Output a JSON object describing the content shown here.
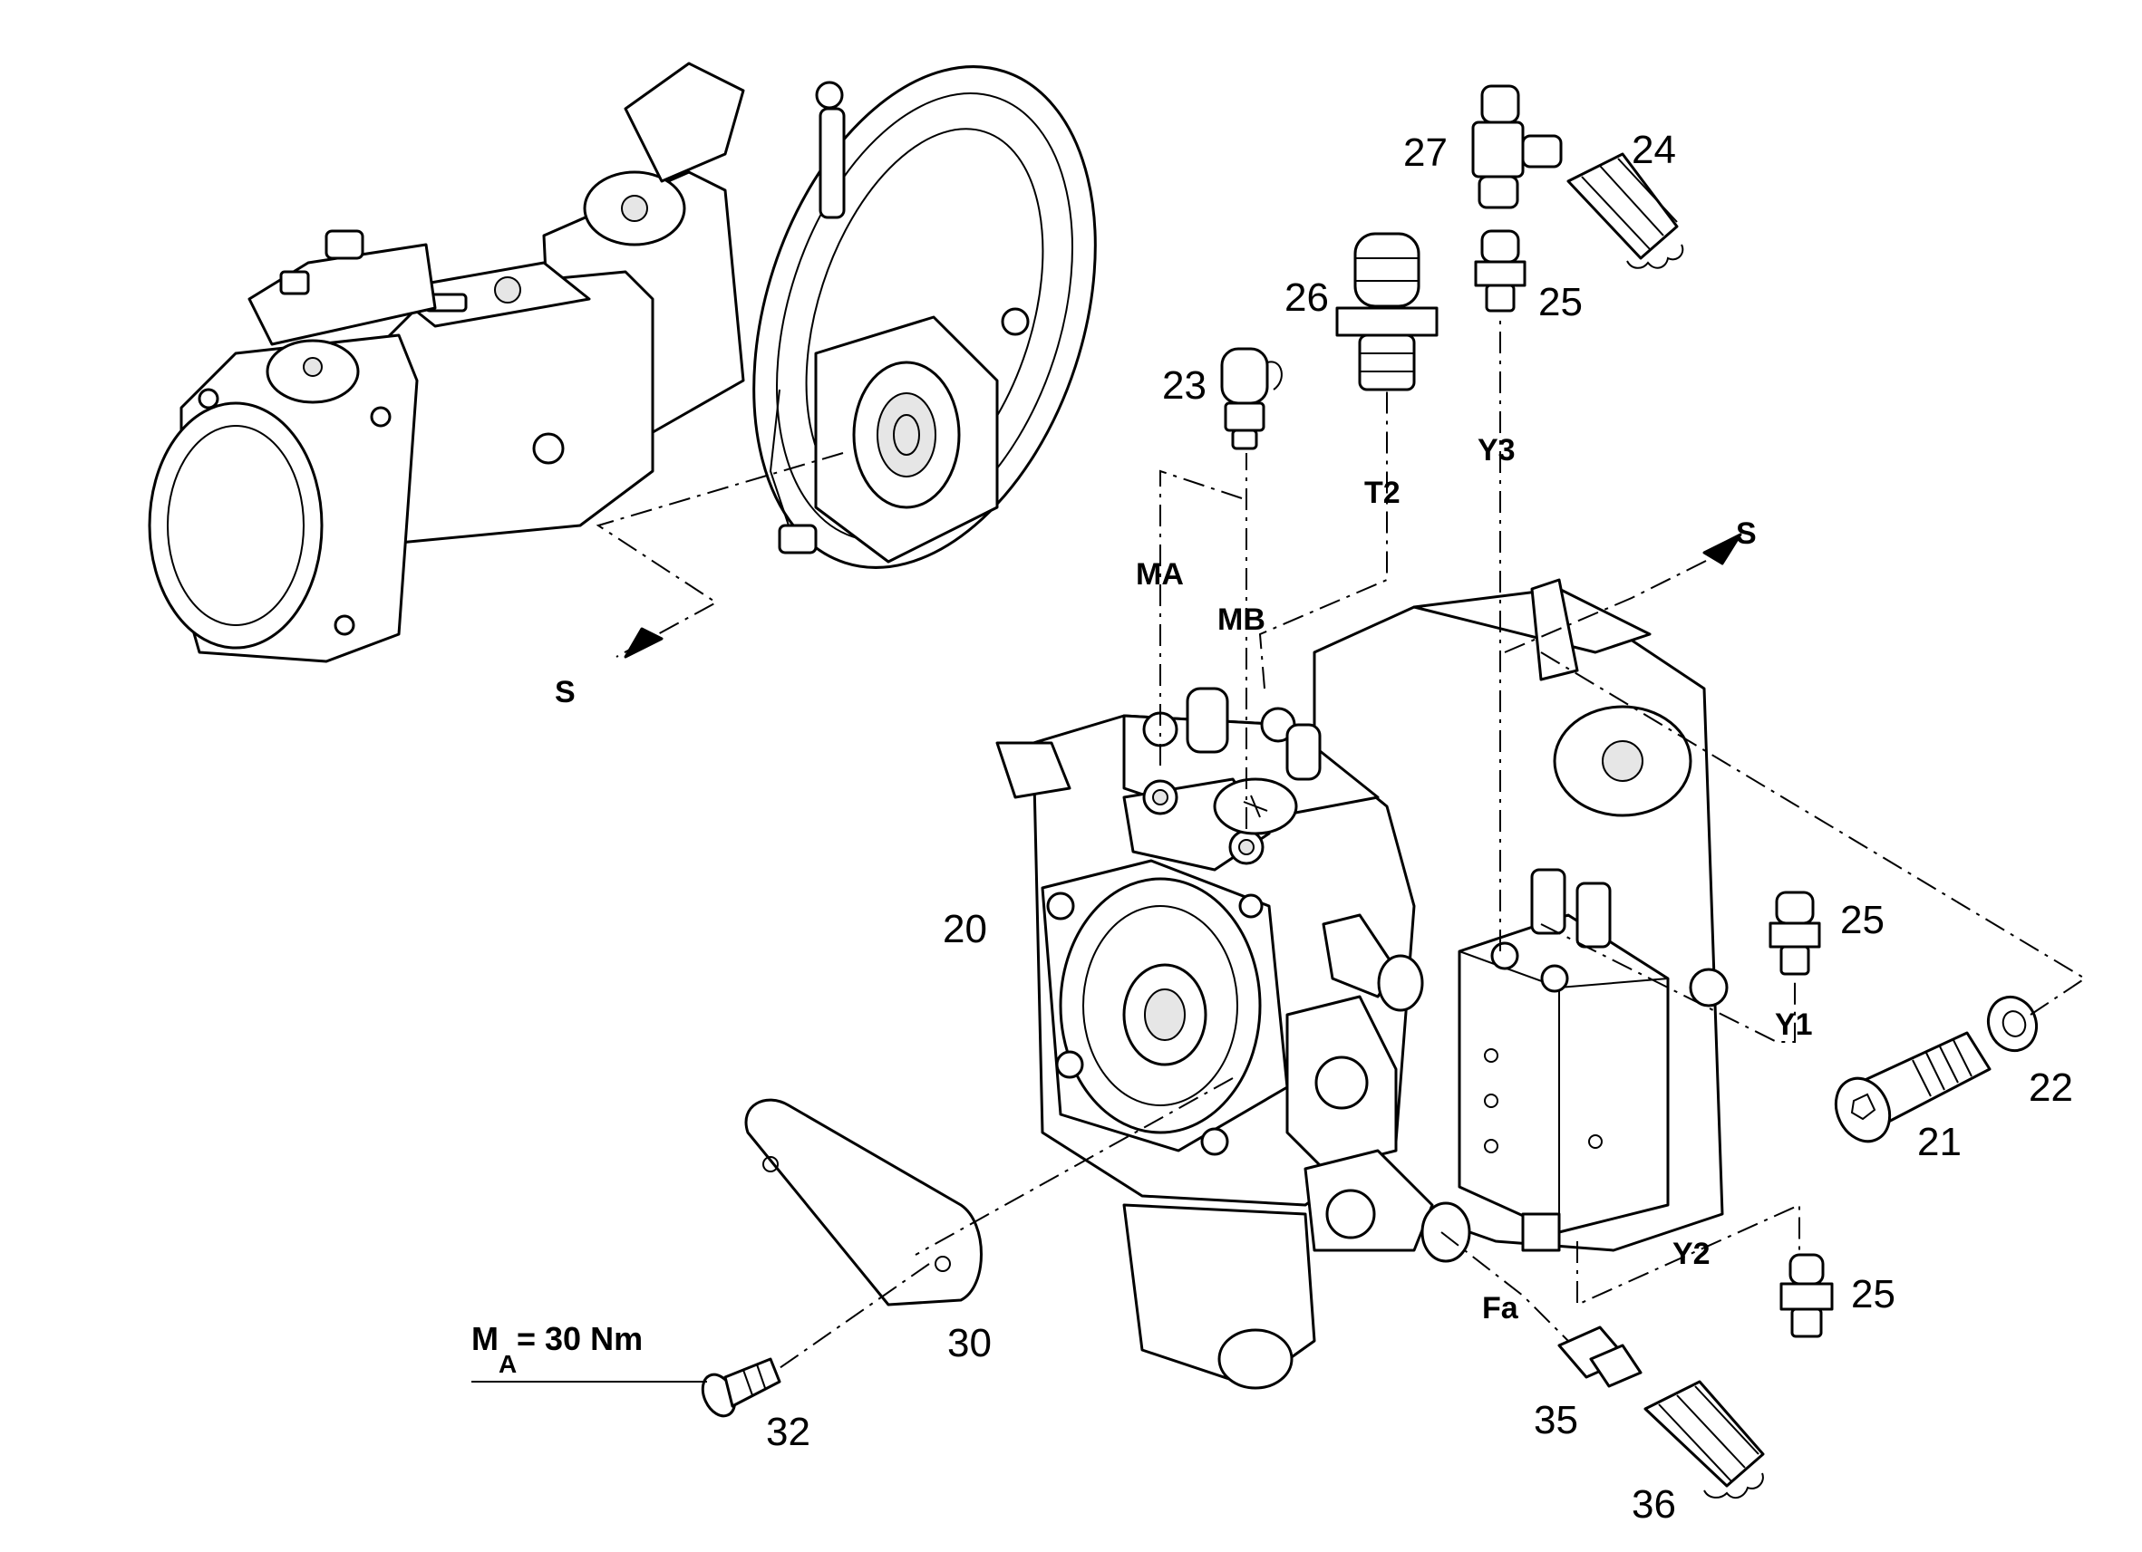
{
  "torque_spec": {
    "symbol": "M",
    "subscript": "A",
    "value": "= 30 Nm"
  },
  "section_markers": {
    "left": "S",
    "right": "S"
  },
  "ports": {
    "MA": "MA",
    "MB": "MB",
    "T2": "T2",
    "Y3": "Y3",
    "Y1": "Y1",
    "Y2": "Y2",
    "Fa": "Fa"
  },
  "callouts": {
    "p20": "20",
    "p21": "21",
    "p22": "22",
    "p23": "23",
    "p24": "24",
    "p25_top": "25",
    "p25_mid": "25",
    "p25_low": "25",
    "p26": "26",
    "p27": "27",
    "p30": "30",
    "p32": "32",
    "p35": "35",
    "p36": "36"
  }
}
